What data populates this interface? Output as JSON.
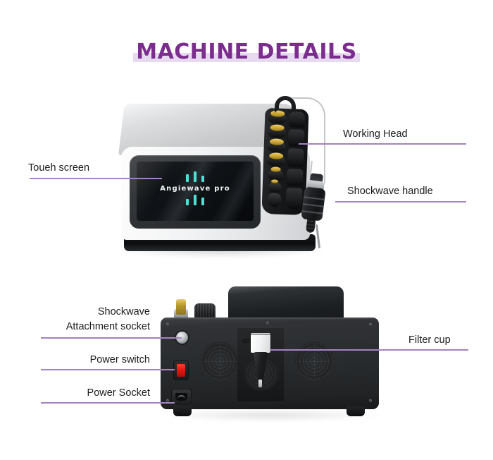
{
  "page": {
    "title": "MACHINE DETAILS",
    "background_color": "#ffffff",
    "title_color": "#7b2d8e",
    "title_highlight_color": "#e7daf0",
    "leader_line_color": "#a582c0"
  },
  "device_top": {
    "screen": {
      "brand_text": "Angiewave  pro",
      "accent_color": "#49e3d8"
    },
    "callouts": [
      {
        "label": "Toueh screen",
        "side": "left"
      },
      {
        "label": "Working Head",
        "side": "right"
      },
      {
        "label": "Shockwave handle",
        "side": "right"
      }
    ]
  },
  "device_bottom": {
    "callouts": [
      {
        "label": "Shockwave\nAttachment socket",
        "side": "left"
      },
      {
        "label": "Power switch",
        "side": "left"
      },
      {
        "label": "Power Socket",
        "side": "left"
      },
      {
        "label": "Filter cup",
        "side": "right"
      }
    ],
    "power_switch_color": "#e01b12",
    "filter_cup_color": "#ffffff"
  }
}
